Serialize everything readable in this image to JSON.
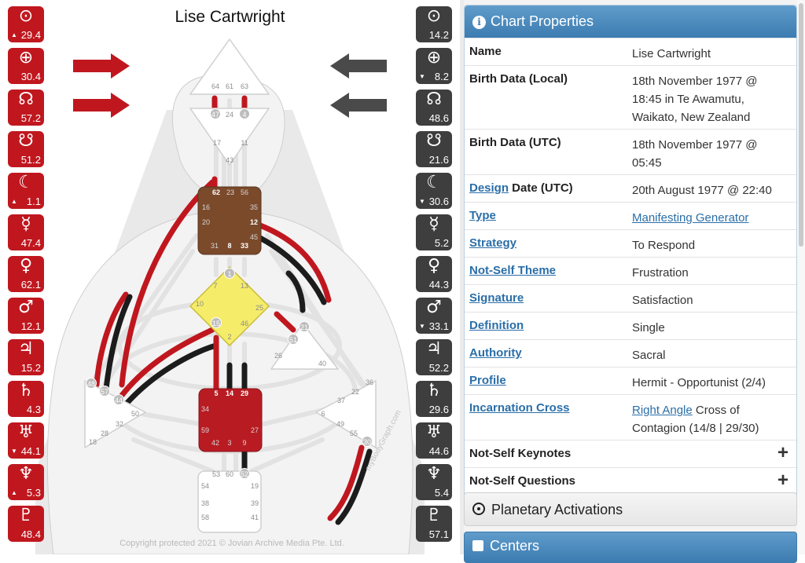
{
  "chart": {
    "name": "Lise Cartwright",
    "copyright": "Copyright protected 2021 © Jovian Archive Media Pte. Ltd.",
    "watermark": "myBodyGraph.com",
    "design_color": "#c0171f",
    "personality_color": "#3e3e3e",
    "design_planets": [
      {
        "icon": "sun-icon",
        "symbol": "⊙",
        "value": "29.4",
        "marker": "▲"
      },
      {
        "icon": "earth-icon",
        "symbol": "⊕",
        "value": "30.4",
        "marker": ""
      },
      {
        "icon": "north-node-icon",
        "symbol": "☊",
        "value": "57.2",
        "marker": ""
      },
      {
        "icon": "south-node-icon",
        "symbol": "☋",
        "value": "51.2",
        "marker": ""
      },
      {
        "icon": "moon-icon",
        "symbol": "☾",
        "value": "1.1",
        "marker": "▲"
      },
      {
        "icon": "mercury-icon",
        "symbol": "☿",
        "value": "47.4",
        "marker": ""
      },
      {
        "icon": "venus-icon",
        "symbol": "♀",
        "value": "62.1",
        "marker": ""
      },
      {
        "icon": "mars-icon",
        "symbol": "♂",
        "value": "12.1",
        "marker": ""
      },
      {
        "icon": "jupiter-icon",
        "symbol": "♃",
        "value": "15.2",
        "marker": ""
      },
      {
        "icon": "saturn-icon",
        "symbol": "♄",
        "value": "4.3",
        "marker": ""
      },
      {
        "icon": "uranus-icon",
        "symbol": "♅",
        "value": "44.1",
        "marker": "▼"
      },
      {
        "icon": "neptune-icon",
        "symbol": "♆",
        "value": "5.3",
        "marker": "▲"
      },
      {
        "icon": "pluto-icon",
        "symbol": "♇",
        "value": "48.4",
        "marker": ""
      }
    ],
    "personality_planets": [
      {
        "icon": "sun-icon",
        "symbol": "⊙",
        "value": "14.2",
        "marker": ""
      },
      {
        "icon": "earth-icon",
        "symbol": "⊕",
        "value": "8.2",
        "marker": "▼"
      },
      {
        "icon": "north-node-icon",
        "symbol": "☊",
        "value": "48.6",
        "marker": ""
      },
      {
        "icon": "south-node-icon",
        "symbol": "☋",
        "value": "21.6",
        "marker": ""
      },
      {
        "icon": "moon-icon",
        "symbol": "☾",
        "value": "30.6",
        "marker": "▼"
      },
      {
        "icon": "mercury-icon",
        "symbol": "☿",
        "value": "5.2",
        "marker": ""
      },
      {
        "icon": "venus-icon",
        "symbol": "♀",
        "value": "44.3",
        "marker": ""
      },
      {
        "icon": "mars-icon",
        "symbol": "♂",
        "value": "33.1",
        "marker": "▼"
      },
      {
        "icon": "jupiter-icon",
        "symbol": "♃",
        "value": "52.2",
        "marker": ""
      },
      {
        "icon": "saturn-icon",
        "symbol": "♄",
        "value": "29.6",
        "marker": ""
      },
      {
        "icon": "uranus-icon",
        "symbol": "♅",
        "value": "44.6",
        "marker": ""
      },
      {
        "icon": "neptune-icon",
        "symbol": "♆",
        "value": "5.4",
        "marker": ""
      },
      {
        "icon": "pluto-icon",
        "symbol": "♇",
        "value": "57.1",
        "marker": ""
      }
    ],
    "centers": {
      "head": {
        "gates": [
          "64",
          "61",
          "63"
        ],
        "defined": false
      },
      "ajna": {
        "gates": [
          "47",
          "24",
          "4",
          "17",
          "11",
          "43"
        ],
        "defined": false
      },
      "throat": {
        "gates": [
          "62",
          "23",
          "56",
          "16",
          "35",
          "20",
          "12",
          "45",
          "31",
          "8",
          "33"
        ],
        "defined": true,
        "color": "#7b4a2b"
      },
      "g": {
        "gates": [
          "1",
          "7",
          "13",
          "10",
          "25",
          "15",
          "46",
          "2"
        ],
        "defined": true,
        "color": "#f5ec6a"
      },
      "heart": {
        "gates": [
          "21",
          "51",
          "26",
          "40"
        ],
        "defined": false
      },
      "sacral": {
        "gates": [
          "5",
          "14",
          "29",
          "34",
          "27",
          "59",
          "42",
          "3",
          "9"
        ],
        "defined": true,
        "color": "#b81c22"
      },
      "spleen": {
        "gates": [
          "48",
          "57",
          "44",
          "50",
          "32",
          "28",
          "18"
        ],
        "defined": false
      },
      "solar_plexus": {
        "gates": [
          "36",
          "22",
          "37",
          "6",
          "49",
          "55",
          "30"
        ],
        "defined": false
      },
      "root": {
        "gates": [
          "53",
          "60",
          "52",
          "54",
          "19",
          "38",
          "39",
          "58",
          "41"
        ],
        "defined": false
      }
    }
  },
  "properties": {
    "title": "Chart Properties",
    "rows": [
      {
        "key": "Name",
        "value": "Lise Cartwright"
      },
      {
        "key": "Birth Data (Local)",
        "value": "18th November 1977 @ 18:45 in Te Awamutu, Waikato, New Zealand"
      },
      {
        "key": "Birth Data (UTC)",
        "value": "18th November 1977 @ 05:45"
      },
      {
        "key_link": "Design",
        "key_rest": " Date (UTC)",
        "value": "20th August 1977 @ 22:40"
      },
      {
        "key_link": "Type",
        "value_link": "Manifesting Generator"
      },
      {
        "key_link": "Strategy",
        "value": "To Respond"
      },
      {
        "key_link": "Not-Self Theme",
        "value": "Frustration"
      },
      {
        "key_link": "Signature",
        "value": "Satisfaction"
      },
      {
        "key_link": "Definition",
        "value": "Single"
      },
      {
        "key_link": "Authority",
        "value": "Sacral"
      },
      {
        "key_link": "Profile",
        "value": "Hermit - Opportunist (2/4)"
      },
      {
        "key_link": "Incarnation Cross",
        "value_link": "Right Angle",
        "value_rest": " Cross of Contagion (14/8 | 29/30)"
      }
    ],
    "accordions": [
      {
        "link": "Not-Self",
        "rest": " Keynotes"
      },
      {
        "link": "Not-Self",
        "rest": " Questions"
      }
    ]
  },
  "sections": {
    "planetary": "Planetary Activations",
    "centers": "Centers"
  }
}
